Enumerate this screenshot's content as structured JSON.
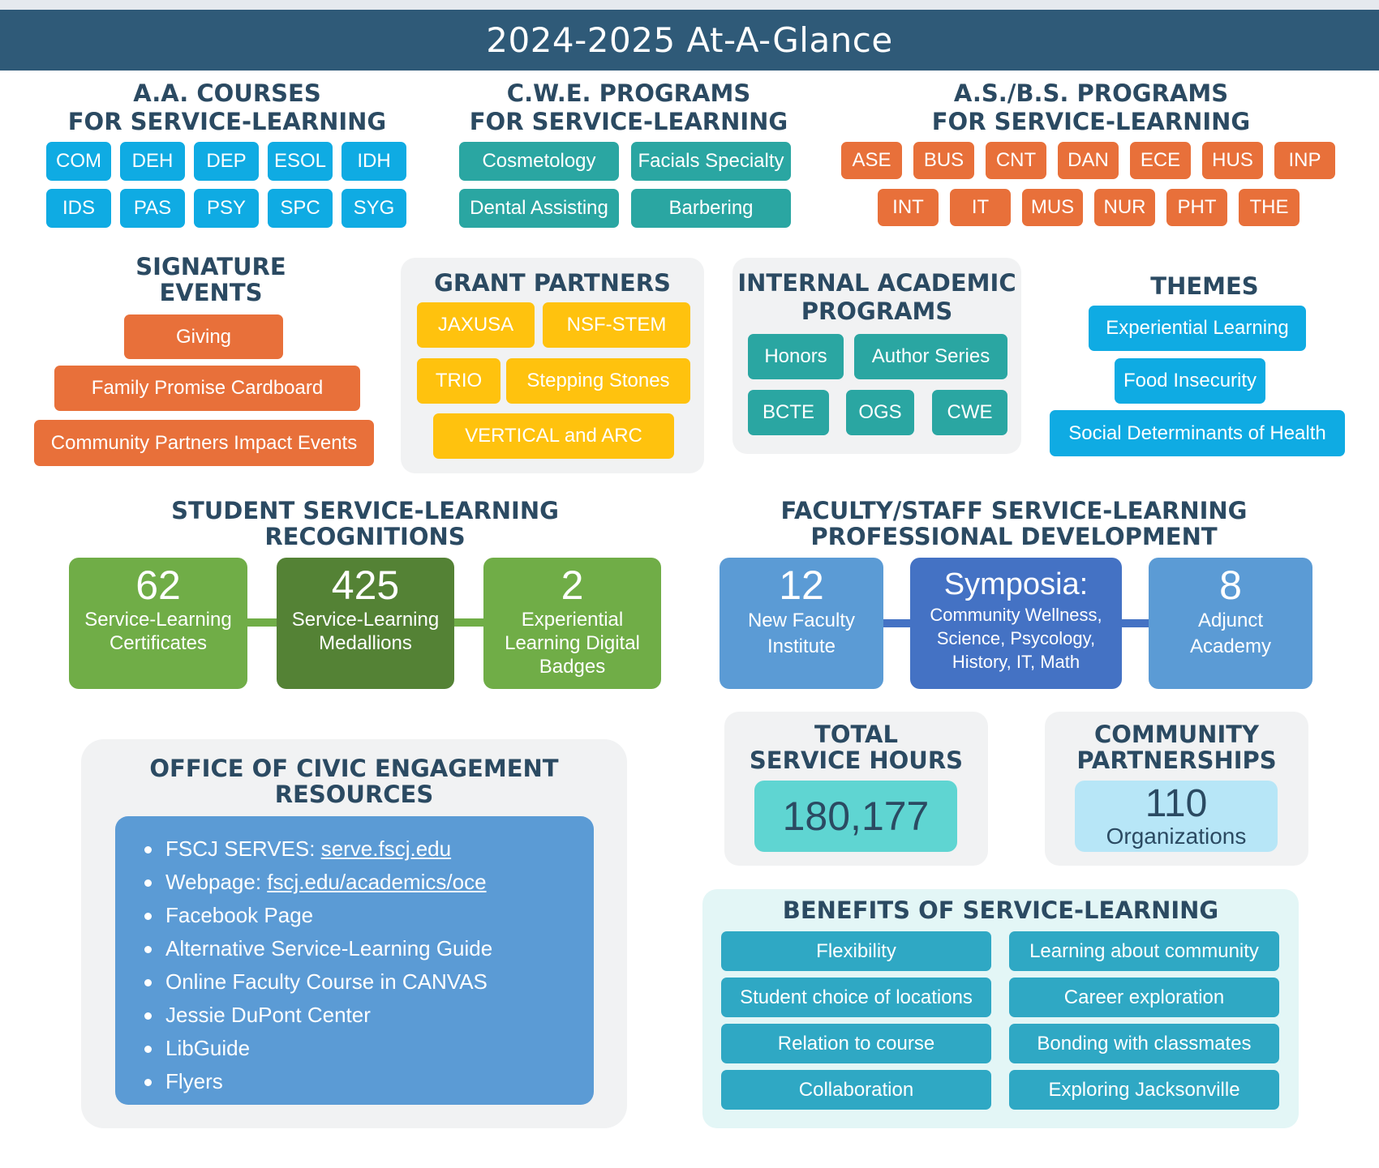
{
  "title": "2024-2025 At-A-Glance",
  "aa": {
    "heading": [
      "A.A. COURSES",
      "FOR SERVICE-LEARNING"
    ],
    "items": [
      "COM",
      "DEH",
      "DEP",
      "ESOL",
      "IDH",
      "IDS",
      "PAS",
      "PSY",
      "SPC",
      "SYG"
    ]
  },
  "cwe": {
    "heading": [
      "C.W.E. PROGRAMS",
      "FOR SERVICE-LEARNING"
    ],
    "items": [
      "Cosmetology",
      "Facials Specialty",
      "Dental Assisting",
      "Barbering"
    ]
  },
  "asbs": {
    "heading": [
      "A.S./B.S. PROGRAMS",
      "FOR SERVICE-LEARNING"
    ],
    "row1": [
      "ASE",
      "BUS",
      "CNT",
      "DAN",
      "ECE",
      "HUS",
      "INP"
    ],
    "row2": [
      "INT",
      "IT",
      "MUS",
      "NUR",
      "PHT",
      "THE"
    ]
  },
  "signature": {
    "heading": [
      "SIGNATURE",
      "EVENTS"
    ],
    "items": [
      "Giving",
      "Family Promise Cardboard",
      "Community Partners Impact Events"
    ]
  },
  "grant": {
    "heading": "GRANT PARTNERS",
    "items": [
      "JAXUSA",
      "NSF-STEM",
      "TRIO",
      "Stepping Stones",
      "VERTICAL and ARC"
    ]
  },
  "internal": {
    "heading": [
      "INTERNAL ACADEMIC",
      "PROGRAMS"
    ],
    "items": [
      "Honors",
      "Author Series",
      "BCTE",
      "OGS",
      "CWE"
    ]
  },
  "themes": {
    "heading": "THEMES",
    "items": [
      "Experiential Learning",
      "Food Insecurity",
      "Social Determinants of Health"
    ]
  },
  "student": {
    "heading": [
      "STUDENT SERVICE-LEARNING",
      "RECOGNITIONS"
    ],
    "stats": [
      {
        "value": "62",
        "label": [
          "Service-Learning",
          "Certificates"
        ]
      },
      {
        "value": "425",
        "label": [
          "Service-Learning",
          "Medallions"
        ]
      },
      {
        "value": "2",
        "label": [
          "Experiential",
          "Learning Digital",
          "Badges"
        ]
      }
    ]
  },
  "faculty": {
    "heading": [
      "FACULTY/STAFF SERVICE-LEARNING",
      "PROFESSIONAL DEVELOPMENT"
    ],
    "stats": [
      {
        "value": "12",
        "label": [
          "New Faculty",
          "Institute"
        ]
      },
      {
        "value": "Symposia:",
        "label": [
          "Community Wellness,",
          "Science, Psycology,",
          "History, IT, Math"
        ]
      },
      {
        "value": "8",
        "label": [
          "Adjunct",
          "Academy"
        ]
      }
    ]
  },
  "oce": {
    "heading": [
      "OFFICE OF CIVIC ENGAGEMENT",
      "RESOURCES"
    ],
    "items": [
      {
        "text": "FSCJ SERVES: ",
        "link": "serve.fscj.edu"
      },
      {
        "text": "Webpage: ",
        "link": "fscj.edu/academics/oce"
      },
      {
        "text": "Facebook Page"
      },
      {
        "text": "Alternative Service-Learning Guide"
      },
      {
        "text": "Online Faculty Course in CANVAS"
      },
      {
        "text": "Jessie DuPont Center"
      },
      {
        "text": "LibGuide"
      },
      {
        "text": "Flyers"
      }
    ]
  },
  "hours": {
    "heading": [
      "TOTAL",
      "SERVICE HOURS"
    ],
    "value": "180,177"
  },
  "partnerships": {
    "heading": [
      "COMMUNITY",
      "PARTNERSHIPS"
    ],
    "value": "110",
    "unit": "Organizations"
  },
  "benefits": {
    "heading": "BENEFITS OF SERVICE-LEARNING",
    "items": [
      "Flexibility",
      "Learning about community",
      "Student choice of locations",
      "Career exploration",
      "Relation to course",
      "Bonding with classmates",
      "Collaboration",
      "Exploring Jacksonville"
    ]
  },
  "colors": {
    "banner": "#2f5a78",
    "blue": "#0fabe3",
    "teal": "#2aa6a2",
    "orange": "#e8703a",
    "yellow": "#ffc20e",
    "green": "#70ad47",
    "darkgreen": "#548235",
    "faculty": "#5b9bd5",
    "symposia": "#4472c4",
    "benefit": "#2fa8c4"
  }
}
